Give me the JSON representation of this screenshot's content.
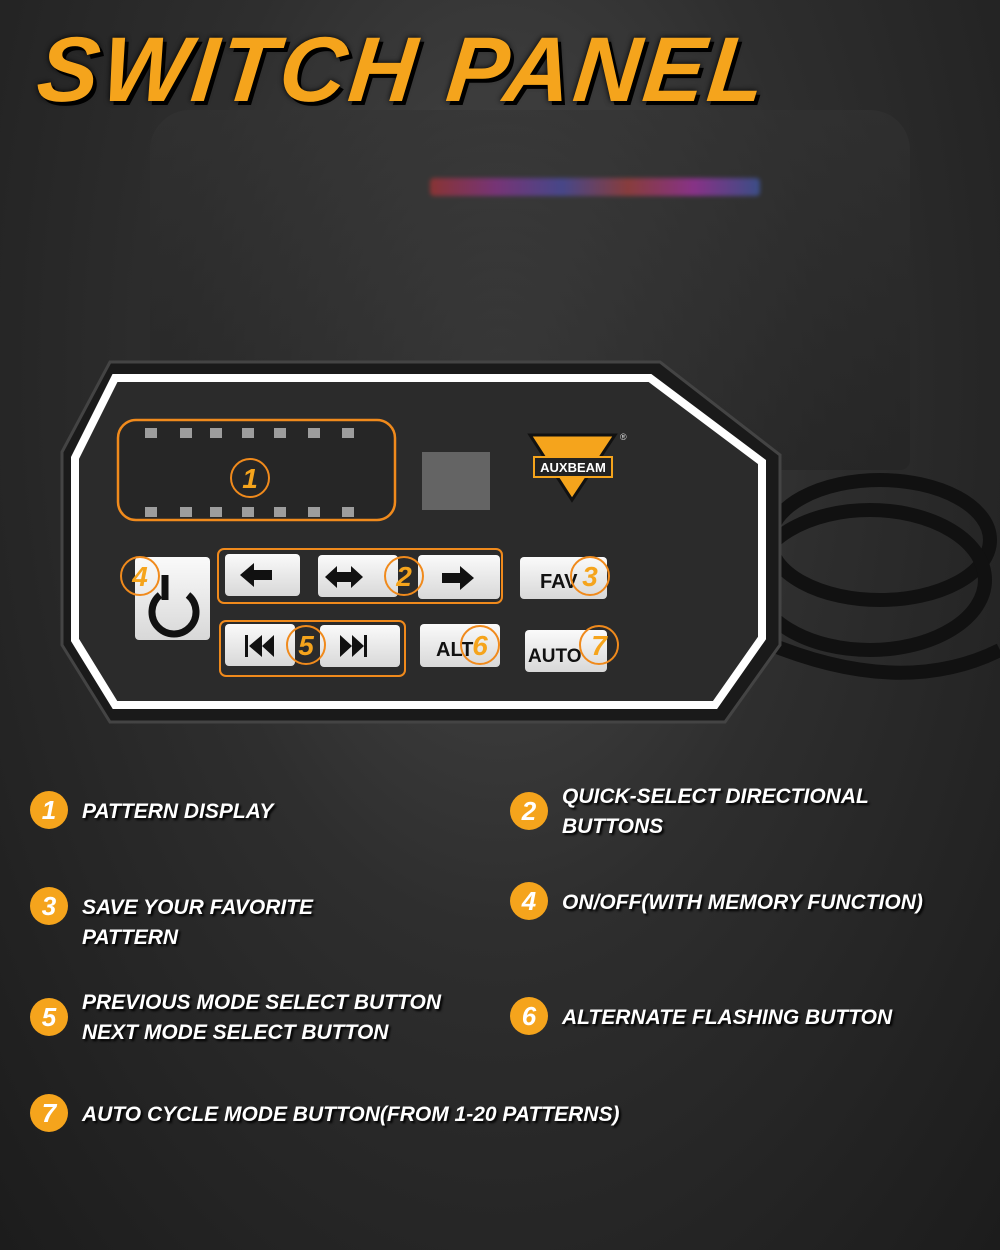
{
  "title": "SWITCH PANEL",
  "panel": {
    "logo": "AUXBEAM",
    "registered": "®",
    "buttons": {
      "fav": "FAV",
      "alt": "ALT",
      "auto": "AUTO"
    },
    "callouts": [
      "1",
      "2",
      "3",
      "4",
      "5",
      "6",
      "7"
    ]
  },
  "legend": [
    {
      "num": "1",
      "text": "PATTERN DISPLAY"
    },
    {
      "num": "2",
      "text": "QUICK-SELECT DIRECTIONAL\nBUTTONS"
    },
    {
      "num": "3",
      "text": "SAVE YOUR FAVORITE\nPATTERN"
    },
    {
      "num": "4",
      "text": "ON/OFF(WITH MEMORY FUNCTION)"
    },
    {
      "num": "5",
      "text": "PREVIOUS MODE SELECT BUTTON\nNEXT MODE SELECT BUTTON"
    },
    {
      "num": "6",
      "text": "ALTERNATE FLASHING BUTTON"
    },
    {
      "num": "7",
      "text": "AUTO CYCLE MODE BUTTON(FROM 1-20 PATTERNS)"
    }
  ],
  "colors": {
    "accent": "#f5a41c",
    "callout": "#f08a1c"
  }
}
